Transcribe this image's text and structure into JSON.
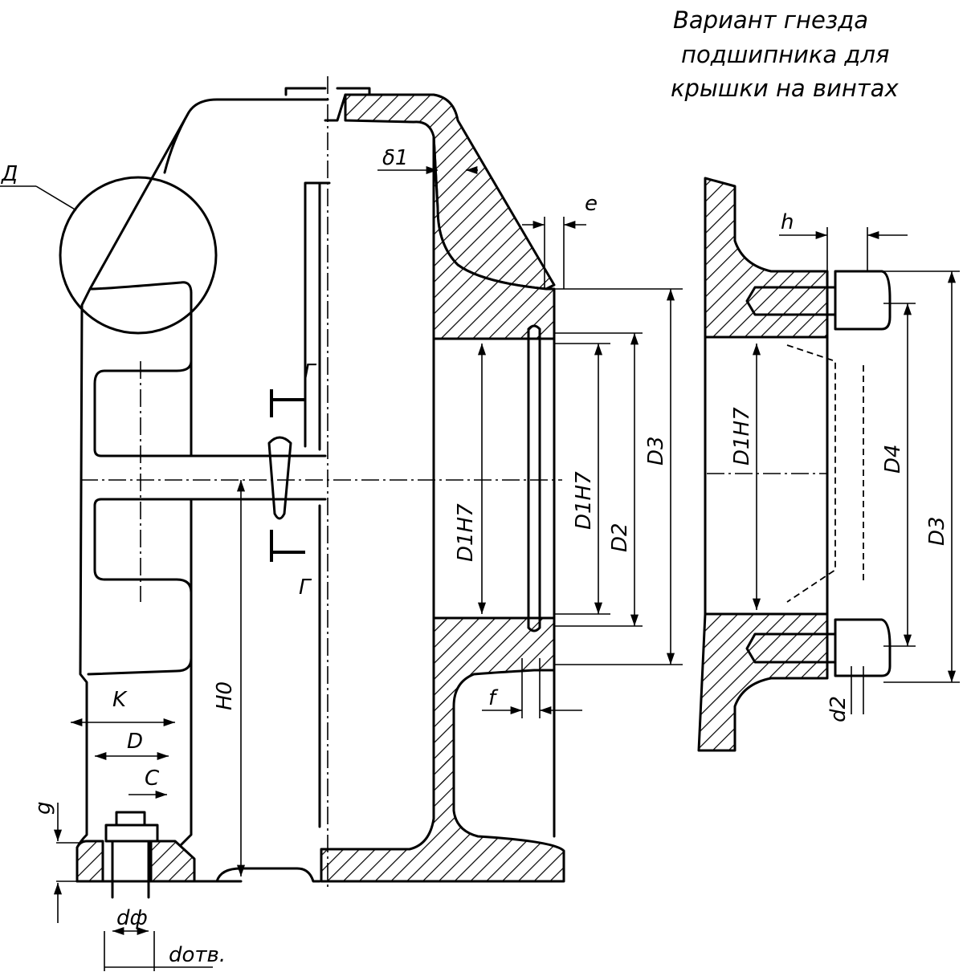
{
  "caption": {
    "line1": "Вариант гнезда",
    "line2": "подшипника для",
    "line3": "крышки на винтах"
  },
  "labels": {
    "detail": "Д",
    "delta1": "δ1",
    "e": "e",
    "h": "h",
    "g_top": "Г",
    "g_bottom": "Г",
    "d1h7_a": "D1H7",
    "d1h7_b": "D1H7",
    "d2": "D2",
    "d3": "D3",
    "d1h7_var": "D1H7",
    "d4": "D4",
    "d3_var": "D3",
    "d2_small": "d2",
    "f": "f",
    "k": "K",
    "d_cap": "D",
    "c": "C",
    "h0": "H0",
    "g": "g",
    "d_f": "dф",
    "d_otv": "dотв."
  }
}
